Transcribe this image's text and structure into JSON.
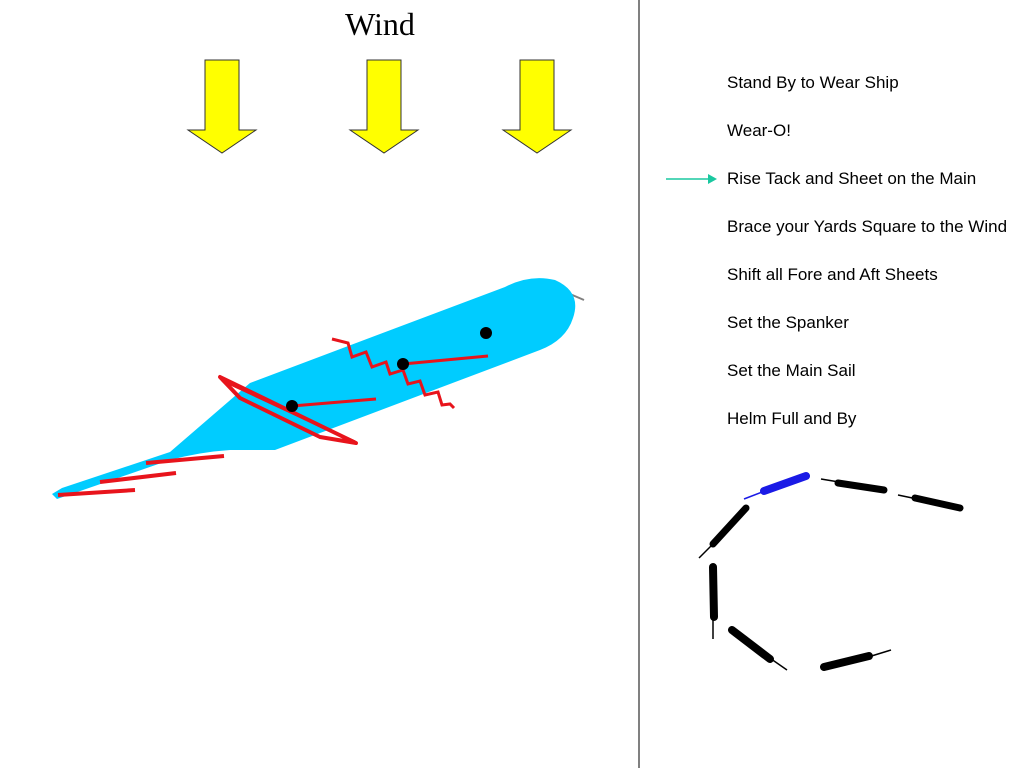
{
  "title": "Wind",
  "steps": [
    "Stand By to Wear Ship",
    "Wear-O!",
    "Rise Tack and Sheet on the Main",
    "Brace your Yards Square to the Wind",
    "Shift all Fore and Aft Sheets",
    "Set the Spanker",
    "Set the Main Sail",
    "Helm Full and By"
  ],
  "current_step_index": 2,
  "colors": {
    "wind_arrow": "#ffff00",
    "hull": "#00ccff",
    "yard": "#e8141c",
    "current_marker": "#1ac8a0",
    "active_track_ship": "#1a1ae6",
    "track_ship": "#000000",
    "divider": "#808080"
  },
  "icons": {
    "wind": "down-arrow",
    "ship": "sailing-ship-top-view",
    "current_step": "right-arrow"
  }
}
